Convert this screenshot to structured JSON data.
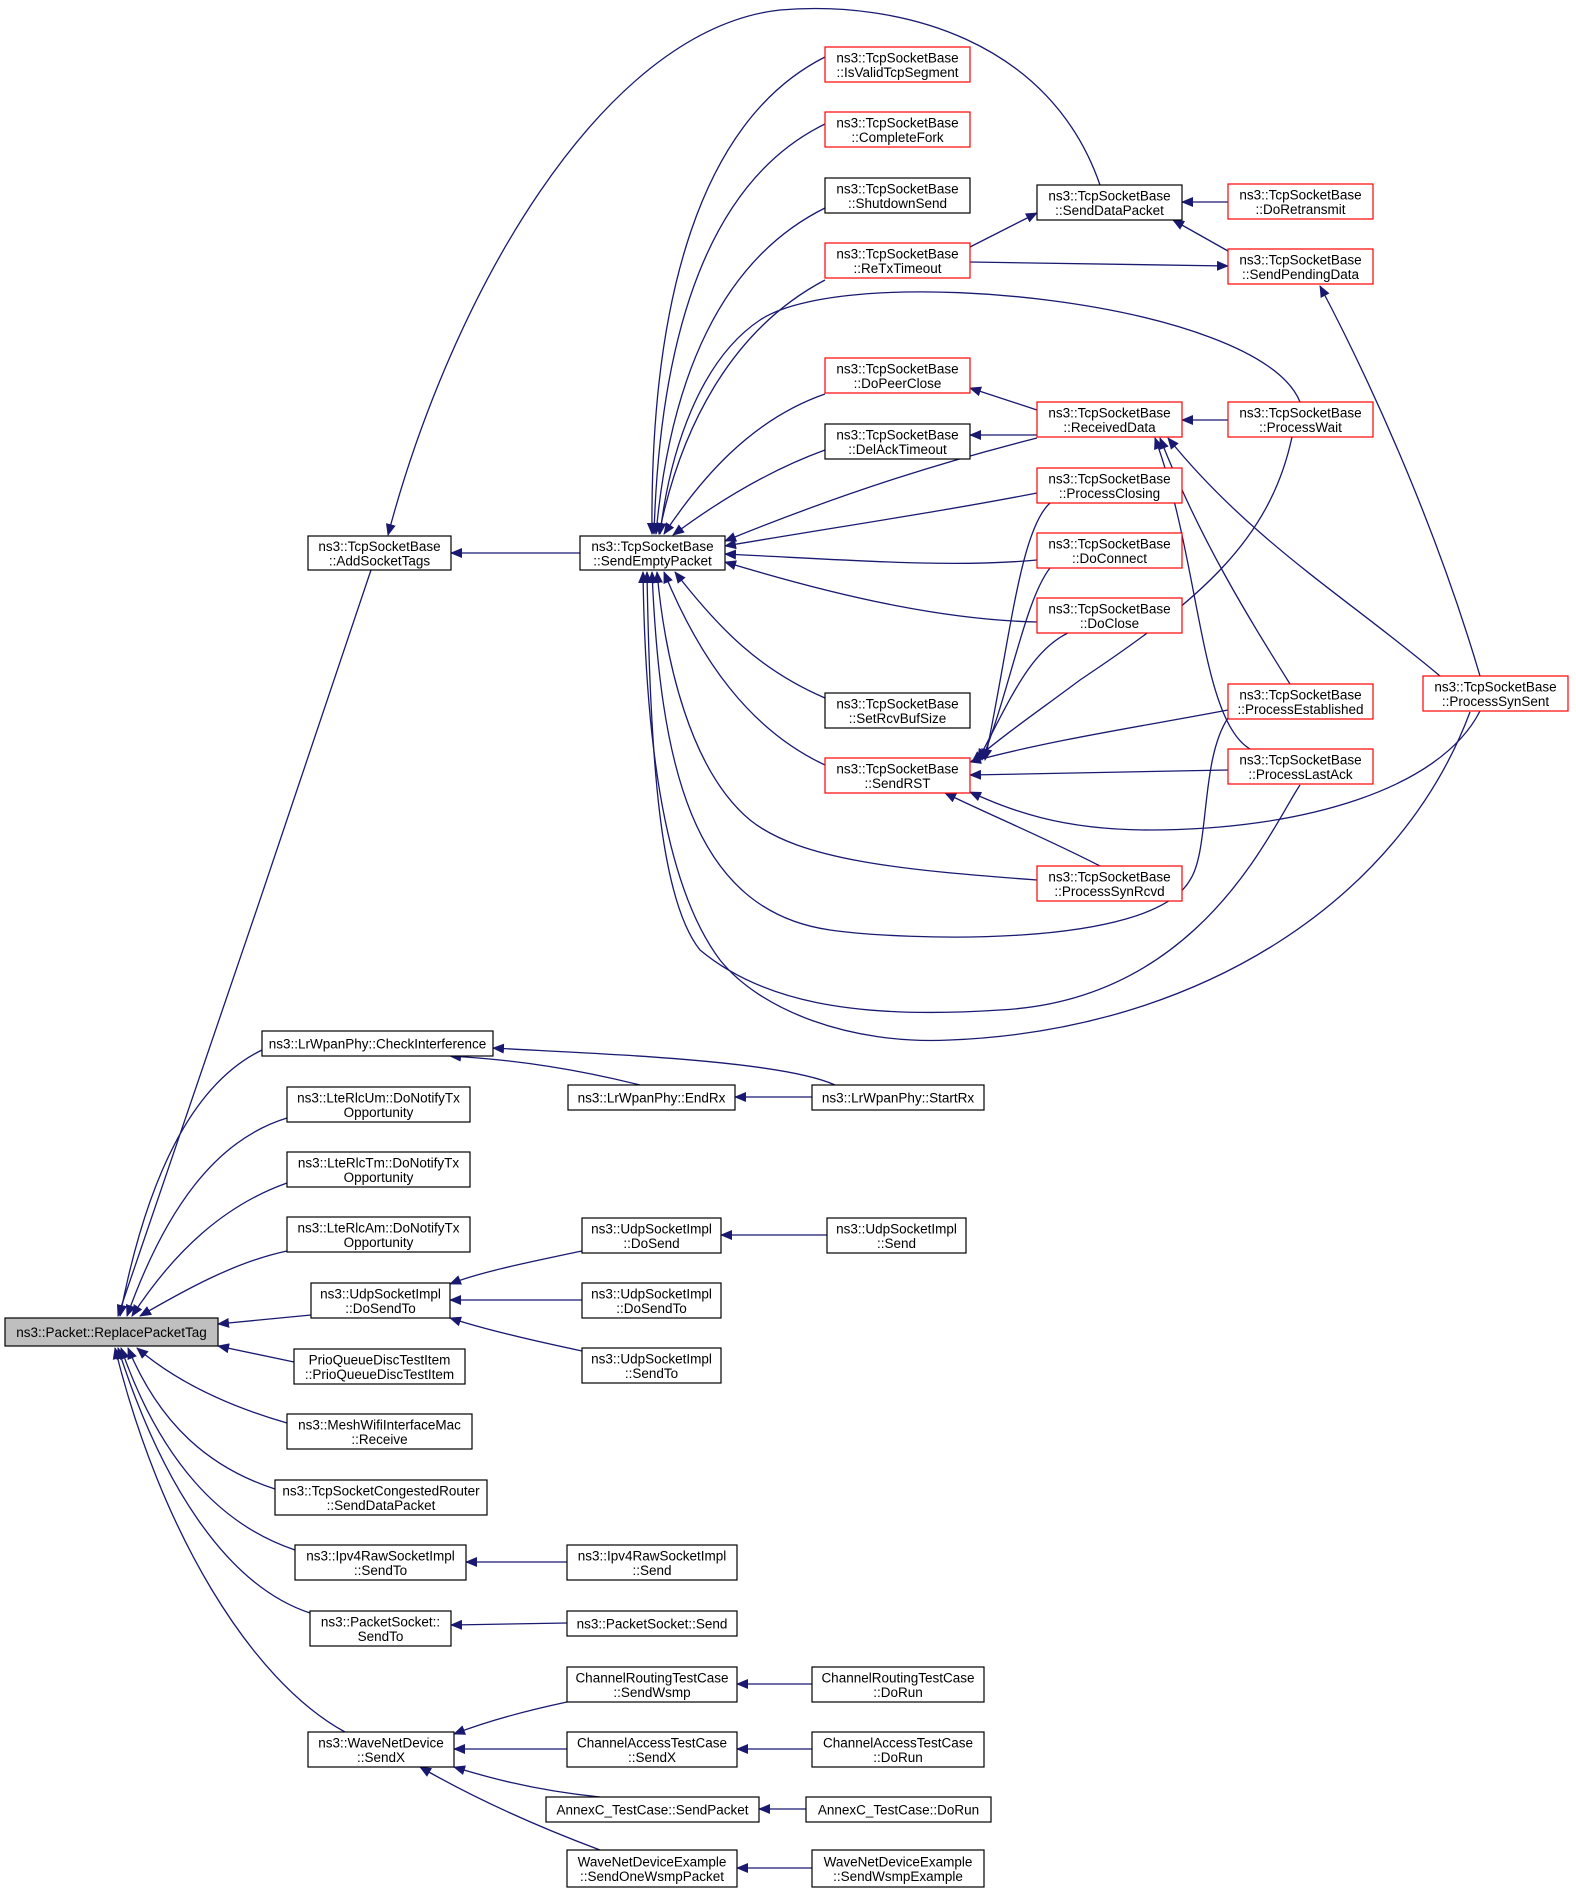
{
  "diagram": {
    "colors": {
      "edge": "#191970",
      "root_fill": "#bfbfbf",
      "border_default": "#000000",
      "border_truncated": "#ff0000",
      "node_fill": "#ffffff"
    },
    "nodes": [
      {
        "id": "replace_packet_tag",
        "lines": [
          "ns3::Packet::ReplacePacketTag"
        ],
        "style": "root"
      },
      {
        "id": "add_socket_tags",
        "lines": [
          "ns3::TcpSocketBase",
          "::AddSocketTags"
        ],
        "style": "default"
      },
      {
        "id": "send_empty_packet",
        "lines": [
          "ns3::TcpSocketBase",
          "::SendEmptyPacket"
        ],
        "style": "default"
      },
      {
        "id": "is_valid_tcp_segment",
        "lines": [
          "ns3::TcpSocketBase",
          "::IsValidTcpSegment"
        ],
        "style": "truncated"
      },
      {
        "id": "complete_fork",
        "lines": [
          "ns3::TcpSocketBase",
          "::CompleteFork"
        ],
        "style": "truncated"
      },
      {
        "id": "shutdown_send",
        "lines": [
          "ns3::TcpSocketBase",
          "::ShutdownSend"
        ],
        "style": "default"
      },
      {
        "id": "re_tx_timeout",
        "lines": [
          "ns3::TcpSocketBase",
          "::ReTxTimeout"
        ],
        "style": "truncated"
      },
      {
        "id": "do_peer_close",
        "lines": [
          "ns3::TcpSocketBase",
          "::DoPeerClose"
        ],
        "style": "truncated"
      },
      {
        "id": "del_ack_timeout",
        "lines": [
          "ns3::TcpSocketBase",
          "::DelAckTimeout"
        ],
        "style": "default"
      },
      {
        "id": "set_rcv_buf_size",
        "lines": [
          "ns3::TcpSocketBase",
          "::SetRcvBufSize"
        ],
        "style": "default"
      },
      {
        "id": "send_rst",
        "lines": [
          "ns3::TcpSocketBase",
          "::SendRST"
        ],
        "style": "truncated"
      },
      {
        "id": "send_data_packet",
        "lines": [
          "ns3::TcpSocketBase",
          "::SendDataPacket"
        ],
        "style": "default"
      },
      {
        "id": "received_data",
        "lines": [
          "ns3::TcpSocketBase",
          "::ReceivedData"
        ],
        "style": "truncated"
      },
      {
        "id": "process_closing",
        "lines": [
          "ns3::TcpSocketBase",
          "::ProcessClosing"
        ],
        "style": "truncated"
      },
      {
        "id": "do_connect",
        "lines": [
          "ns3::TcpSocketBase",
          "::DoConnect"
        ],
        "style": "truncated"
      },
      {
        "id": "do_close",
        "lines": [
          "ns3::TcpSocketBase",
          "::DoClose"
        ],
        "style": "truncated"
      },
      {
        "id": "process_syn_rcvd",
        "lines": [
          "ns3::TcpSocketBase",
          "::ProcessSynRcvd"
        ],
        "style": "truncated"
      },
      {
        "id": "do_retransmit",
        "lines": [
          "ns3::TcpSocketBase",
          "::DoRetransmit"
        ],
        "style": "truncated"
      },
      {
        "id": "send_pending_data",
        "lines": [
          "ns3::TcpSocketBase",
          "::SendPendingData"
        ],
        "style": "truncated"
      },
      {
        "id": "process_wait",
        "lines": [
          "ns3::TcpSocketBase",
          "::ProcessWait"
        ],
        "style": "truncated"
      },
      {
        "id": "process_established",
        "lines": [
          "ns3::TcpSocketBase",
          "::ProcessEstablished"
        ],
        "style": "truncated"
      },
      {
        "id": "process_last_ack",
        "lines": [
          "ns3::TcpSocketBase",
          "::ProcessLastAck"
        ],
        "style": "truncated"
      },
      {
        "id": "process_syn_sent",
        "lines": [
          "ns3::TcpSocketBase",
          "::ProcessSynSent"
        ],
        "style": "truncated"
      },
      {
        "id": "check_interference",
        "lines": [
          "ns3::LrWpanPhy::CheckInterference"
        ],
        "style": "default"
      },
      {
        "id": "end_rx",
        "lines": [
          "ns3::LrWpanPhy::EndRx"
        ],
        "style": "default"
      },
      {
        "id": "start_rx",
        "lines": [
          "ns3::LrWpanPhy::StartRx"
        ],
        "style": "default"
      },
      {
        "id": "rlc_um",
        "lines": [
          "ns3::LteRlcUm::DoNotifyTx",
          "Opportunity"
        ],
        "style": "default"
      },
      {
        "id": "rlc_tm",
        "lines": [
          "ns3::LteRlcTm::DoNotifyTx",
          "Opportunity"
        ],
        "style": "default"
      },
      {
        "id": "rlc_am",
        "lines": [
          "ns3::LteRlcAm::DoNotifyTx",
          "Opportunity"
        ],
        "style": "default"
      },
      {
        "id": "udp_do_send_to",
        "lines": [
          "ns3::UdpSocketImpl",
          "::DoSendTo"
        ],
        "style": "default"
      },
      {
        "id": "udp_do_send",
        "lines": [
          "ns3::UdpSocketImpl",
          "::DoSend"
        ],
        "style": "default"
      },
      {
        "id": "udp_send",
        "lines": [
          "ns3::UdpSocketImpl",
          "::Send"
        ],
        "style": "default"
      },
      {
        "id": "udp_do_send_to_2",
        "lines": [
          "ns3::UdpSocketImpl",
          "::DoSendTo"
        ],
        "style": "default"
      },
      {
        "id": "udp_send_to",
        "lines": [
          "ns3::UdpSocketImpl",
          "::SendTo"
        ],
        "style": "default"
      },
      {
        "id": "prio_queue",
        "lines": [
          "PrioQueueDiscTestItem",
          "::PrioQueueDiscTestItem"
        ],
        "style": "default"
      },
      {
        "id": "mesh_receive",
        "lines": [
          "ns3::MeshWifiInterfaceMac",
          "::Receive"
        ],
        "style": "default"
      },
      {
        "id": "congested_router",
        "lines": [
          "ns3::TcpSocketCongestedRouter",
          "::SendDataPacket"
        ],
        "style": "default"
      },
      {
        "id": "ipv4_send_to",
        "lines": [
          "ns3::Ipv4RawSocketImpl",
          "::SendTo"
        ],
        "style": "default"
      },
      {
        "id": "ipv4_send",
        "lines": [
          "ns3::Ipv4RawSocketImpl",
          "::Send"
        ],
        "style": "default"
      },
      {
        "id": "packet_socket_send_to",
        "lines": [
          "ns3::PacketSocket::",
          "SendTo"
        ],
        "style": "default"
      },
      {
        "id": "packet_socket_send",
        "lines": [
          "ns3::PacketSocket::Send"
        ],
        "style": "default"
      },
      {
        "id": "wave_send_x",
        "lines": [
          "ns3::WaveNetDevice",
          "::SendX"
        ],
        "style": "default"
      },
      {
        "id": "routing_send_wsmp",
        "lines": [
          "ChannelRoutingTestCase",
          "::SendWsmp"
        ],
        "style": "default"
      },
      {
        "id": "routing_do_run",
        "lines": [
          "ChannelRoutingTestCase",
          "::DoRun"
        ],
        "style": "default"
      },
      {
        "id": "access_send_x",
        "lines": [
          "ChannelAccessTestCase",
          "::SendX"
        ],
        "style": "default"
      },
      {
        "id": "access_do_run",
        "lines": [
          "ChannelAccessTestCase",
          "::DoRun"
        ],
        "style": "default"
      },
      {
        "id": "annexc_send_packet",
        "lines": [
          "AnnexC_TestCase::SendPacket"
        ],
        "style": "default"
      },
      {
        "id": "annexc_do_run",
        "lines": [
          "AnnexC_TestCase::DoRun"
        ],
        "style": "default"
      },
      {
        "id": "wave_send_one",
        "lines": [
          "WaveNetDeviceExample",
          "::SendOneWsmpPacket"
        ],
        "style": "default"
      },
      {
        "id": "wave_send_example",
        "lines": [
          "WaveNetDeviceExample",
          "::SendWsmpExample"
        ],
        "style": "default"
      }
    ],
    "edges": [
      {
        "from": "add_socket_tags",
        "to": "replace_packet_tag"
      },
      {
        "from": "check_interference",
        "to": "replace_packet_tag"
      },
      {
        "from": "rlc_um",
        "to": "replace_packet_tag"
      },
      {
        "from": "rlc_tm",
        "to": "replace_packet_tag"
      },
      {
        "from": "rlc_am",
        "to": "replace_packet_tag"
      },
      {
        "from": "udp_do_send_to",
        "to": "replace_packet_tag"
      },
      {
        "from": "prio_queue",
        "to": "replace_packet_tag"
      },
      {
        "from": "mesh_receive",
        "to": "replace_packet_tag"
      },
      {
        "from": "congested_router",
        "to": "replace_packet_tag"
      },
      {
        "from": "ipv4_send_to",
        "to": "replace_packet_tag"
      },
      {
        "from": "packet_socket_send_to",
        "to": "replace_packet_tag"
      },
      {
        "from": "wave_send_x",
        "to": "replace_packet_tag"
      },
      {
        "from": "send_empty_packet",
        "to": "add_socket_tags"
      },
      {
        "from": "send_data_packet",
        "to": "add_socket_tags"
      },
      {
        "from": "is_valid_tcp_segment",
        "to": "send_empty_packet"
      },
      {
        "from": "complete_fork",
        "to": "send_empty_packet"
      },
      {
        "from": "shutdown_send",
        "to": "send_empty_packet"
      },
      {
        "from": "re_tx_timeout",
        "to": "send_empty_packet"
      },
      {
        "from": "do_peer_close",
        "to": "send_empty_packet"
      },
      {
        "from": "del_ack_timeout",
        "to": "send_empty_packet"
      },
      {
        "from": "received_data",
        "to": "send_empty_packet"
      },
      {
        "from": "process_closing",
        "to": "send_empty_packet"
      },
      {
        "from": "do_connect",
        "to": "send_empty_packet"
      },
      {
        "from": "do_close",
        "to": "send_empty_packet"
      },
      {
        "from": "set_rcv_buf_size",
        "to": "send_empty_packet"
      },
      {
        "from": "send_rst",
        "to": "send_empty_packet"
      },
      {
        "from": "process_syn_rcvd",
        "to": "send_empty_packet"
      },
      {
        "from": "process_wait",
        "to": "send_empty_packet"
      },
      {
        "from": "process_established",
        "to": "send_empty_packet"
      },
      {
        "from": "process_last_ack",
        "to": "send_empty_packet"
      },
      {
        "from": "process_syn_sent",
        "to": "send_empty_packet"
      },
      {
        "from": "re_tx_timeout",
        "to": "send_data_packet"
      },
      {
        "from": "do_retransmit",
        "to": "send_data_packet"
      },
      {
        "from": "send_pending_data",
        "to": "send_data_packet"
      },
      {
        "from": "re_tx_timeout",
        "to": "send_pending_data"
      },
      {
        "from": "process_syn_sent",
        "to": "send_pending_data"
      },
      {
        "from": "received_data",
        "to": "do_peer_close"
      },
      {
        "from": "received_data",
        "to": "del_ack_timeout"
      },
      {
        "from": "process_wait",
        "to": "received_data"
      },
      {
        "from": "process_established",
        "to": "received_data"
      },
      {
        "from": "process_last_ack",
        "to": "received_data"
      },
      {
        "from": "process_syn_sent",
        "to": "received_data"
      },
      {
        "from": "process_closing",
        "to": "send_rst"
      },
      {
        "from": "do_connect",
        "to": "send_rst"
      },
      {
        "from": "do_close",
        "to": "send_rst"
      },
      {
        "from": "process_wait",
        "to": "send_rst"
      },
      {
        "from": "process_established",
        "to": "send_rst"
      },
      {
        "from": "process_last_ack",
        "to": "send_rst"
      },
      {
        "from": "process_syn_sent",
        "to": "send_rst"
      },
      {
        "from": "process_syn_rcvd",
        "to": "send_rst"
      },
      {
        "from": "end_rx",
        "to": "check_interference"
      },
      {
        "from": "start_rx",
        "to": "check_interference"
      },
      {
        "from": "start_rx",
        "to": "end_rx"
      },
      {
        "from": "udp_do_send",
        "to": "udp_do_send_to"
      },
      {
        "from": "udp_do_send_to_2",
        "to": "udp_do_send_to"
      },
      {
        "from": "udp_send_to",
        "to": "udp_do_send_to"
      },
      {
        "from": "udp_send",
        "to": "udp_do_send"
      },
      {
        "from": "ipv4_send",
        "to": "ipv4_send_to"
      },
      {
        "from": "packet_socket_send",
        "to": "packet_socket_send_to"
      },
      {
        "from": "routing_send_wsmp",
        "to": "wave_send_x"
      },
      {
        "from": "access_send_x",
        "to": "wave_send_x"
      },
      {
        "from": "annexc_send_packet",
        "to": "wave_send_x"
      },
      {
        "from": "wave_send_one",
        "to": "wave_send_x"
      },
      {
        "from": "routing_do_run",
        "to": "routing_send_wsmp"
      },
      {
        "from": "access_do_run",
        "to": "access_send_x"
      },
      {
        "from": "annexc_do_run",
        "to": "annexc_send_packet"
      },
      {
        "from": "wave_send_example",
        "to": "wave_send_one"
      }
    ]
  }
}
